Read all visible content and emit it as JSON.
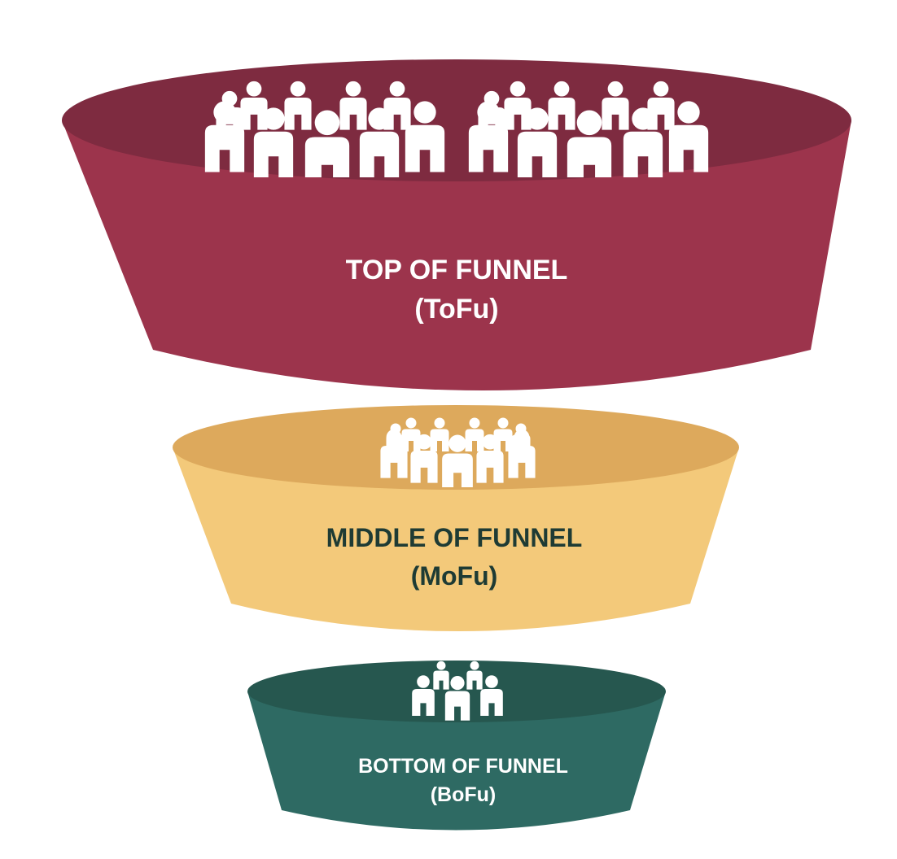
{
  "stages": [
    {
      "id": "tofu",
      "title": "TOP OF FUNNEL",
      "abbr": "(ToFu)",
      "colors": {
        "body": "#9C344C",
        "rim": "#7E2B40",
        "text": "#FFFFFF"
      },
      "icon": "crowd-large-icon"
    },
    {
      "id": "mofu",
      "title": "MIDDLE OF FUNNEL",
      "abbr": "(MoFu)",
      "colors": {
        "body": "#F3C97A",
        "rim": "#DDA95C",
        "text": "#1E3B34"
      },
      "icon": "crowd-medium-icon"
    },
    {
      "id": "bofu",
      "title": "BOTTOM OF FUNNEL",
      "abbr": "(BoFu)",
      "colors": {
        "body": "#2E6A63",
        "rim": "#26574F",
        "text": "#FFFFFF"
      },
      "icon": "crowd-small-icon"
    }
  ]
}
